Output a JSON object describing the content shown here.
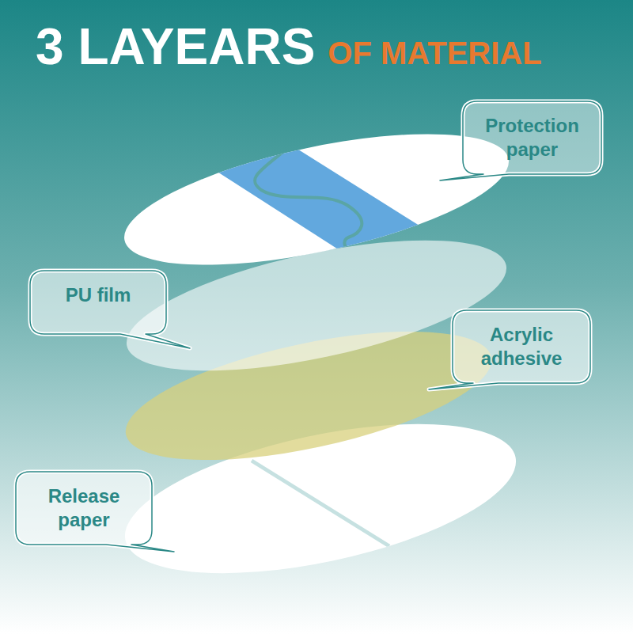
{
  "diagram": {
    "title": "3 LAYEARS",
    "nodes": [
      {
        "text": [
          "Protection paper"
        ]
      },
      {
        "text": [
          "PU film"
        ]
      },
      {
        "text": [
          "Acrylic adhesive"
        ]
      },
      {
        "text": [
          "Release paper"
        ]
      }
    ],
    "labels": [
      "OF MATERIAL"
    ]
  }
}
